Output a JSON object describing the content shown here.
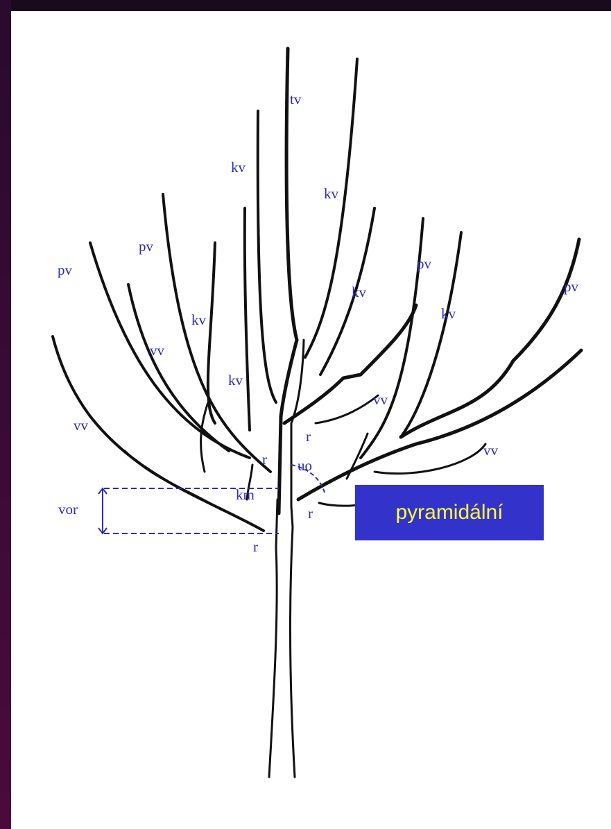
{
  "diagram": {
    "labels": {
      "tv": "tv",
      "kv": "kv",
      "pv": "pv",
      "vv": "vv",
      "r": "r",
      "uo": "uo",
      "vor": "vor",
      "km": "km"
    },
    "badge": "pyramidální",
    "colors": {
      "label": "#2b2bb8",
      "badge_bg": "#3333cc",
      "badge_text": "#ffff33",
      "branch": "#111111",
      "background": "#ffffff",
      "frame": "#2a0a2e"
    }
  }
}
